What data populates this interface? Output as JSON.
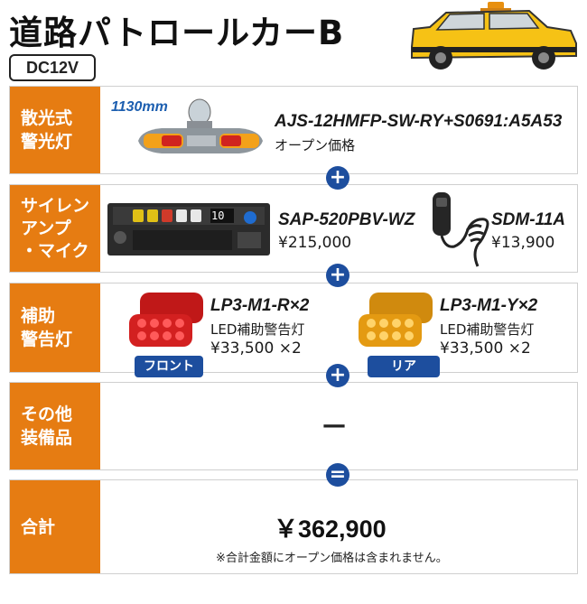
{
  "header": {
    "title": "道路パトロールカーB",
    "voltage": "DC12V",
    "vehicle_icon": "patrol-car-icon"
  },
  "rows": [
    {
      "category": "散光式\n警光灯",
      "dimension": "1130mm",
      "model": "AJS-12HMFP-SW-RY+S0691:A5A53",
      "price": "オープン価格"
    },
    {
      "category": "サイレン\nアンプ\n・マイク",
      "amp_model": "SAP-520PBV-WZ",
      "amp_price": "¥215,000",
      "amp_display": "10",
      "mic_model": "SDM-11A",
      "mic_price": "¥13,900"
    },
    {
      "category": "補助\n警告灯",
      "front_model": "LP3-M1-R×2",
      "front_desc": "LED補助警告灯",
      "front_price": "¥33,500 ×2",
      "front_tag": "フロント",
      "rear_model": "LP3-M1-Y×2",
      "rear_desc": "LED補助警告灯",
      "rear_price": "¥33,500 ×2",
      "rear_tag": "リア"
    },
    {
      "category": "その他\n装備品",
      "value": "—"
    },
    {
      "category": "合計",
      "total": "￥362,900",
      "note": "※合計金額にオープン価格は含まれません。"
    }
  ],
  "connectors": [
    "+",
    "+",
    "+",
    "="
  ],
  "colors": {
    "category_bg": "#e67c12",
    "accent_blue": "#1d4e9e",
    "border": "#cfcfcf"
  }
}
